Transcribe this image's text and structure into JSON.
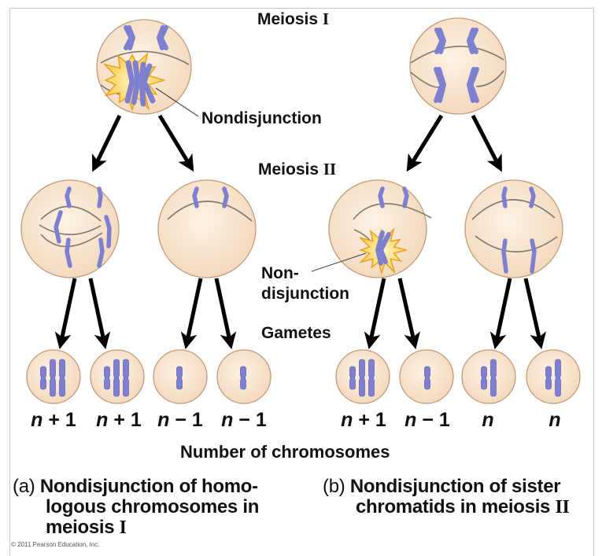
{
  "figure": {
    "stage_labels": {
      "meiosis1": {
        "text": "Meiosis ",
        "roman": "I"
      },
      "meiosis2": {
        "text": "Meiosis ",
        "roman": "II"
      },
      "gametes": "Gametes"
    },
    "nondisjunction_labels": {
      "panel_a": "Nondisjunction",
      "panel_b_line1": "Non-",
      "panel_b_line2": "disjunction"
    },
    "gamete_counts": {
      "panel_a": [
        {
          "n": "n",
          "rest": " + 1"
        },
        {
          "n": "n",
          "rest": " + 1"
        },
        {
          "n": "n",
          "rest": " − 1"
        },
        {
          "n": "n",
          "rest": " − 1"
        }
      ],
      "panel_b": [
        {
          "n": "n",
          "rest": " + 1"
        },
        {
          "n": "n",
          "rest": " − 1"
        },
        {
          "n": "n",
          "rest": ""
        },
        {
          "n": "n",
          "rest": ""
        }
      ]
    },
    "axis_label": "Number of chromosomes",
    "captions": {
      "a": {
        "tag": "(a)",
        "line1": "Nondisjunction of homo-",
        "line2": "logous chromosomes in",
        "line3": "meiosis ",
        "roman": "I"
      },
      "b": {
        "tag": "(b)",
        "line1": "Nondisjunction of sister",
        "line2": "chromatids in meiosis ",
        "roman": "II"
      }
    },
    "copyright": "© 2011 Pearson Education, Inc.",
    "colors": {
      "cell_fill": "#f7e3cc",
      "cell_stroke": "#c49a78",
      "chromosome": "#7f7fcf",
      "chromosome_dark": "#6767b8",
      "burst_fill": "#fbd55a",
      "burst_stroke": "#e6a01c",
      "spindle": "#7a7a72",
      "arrow": "#000000"
    }
  }
}
